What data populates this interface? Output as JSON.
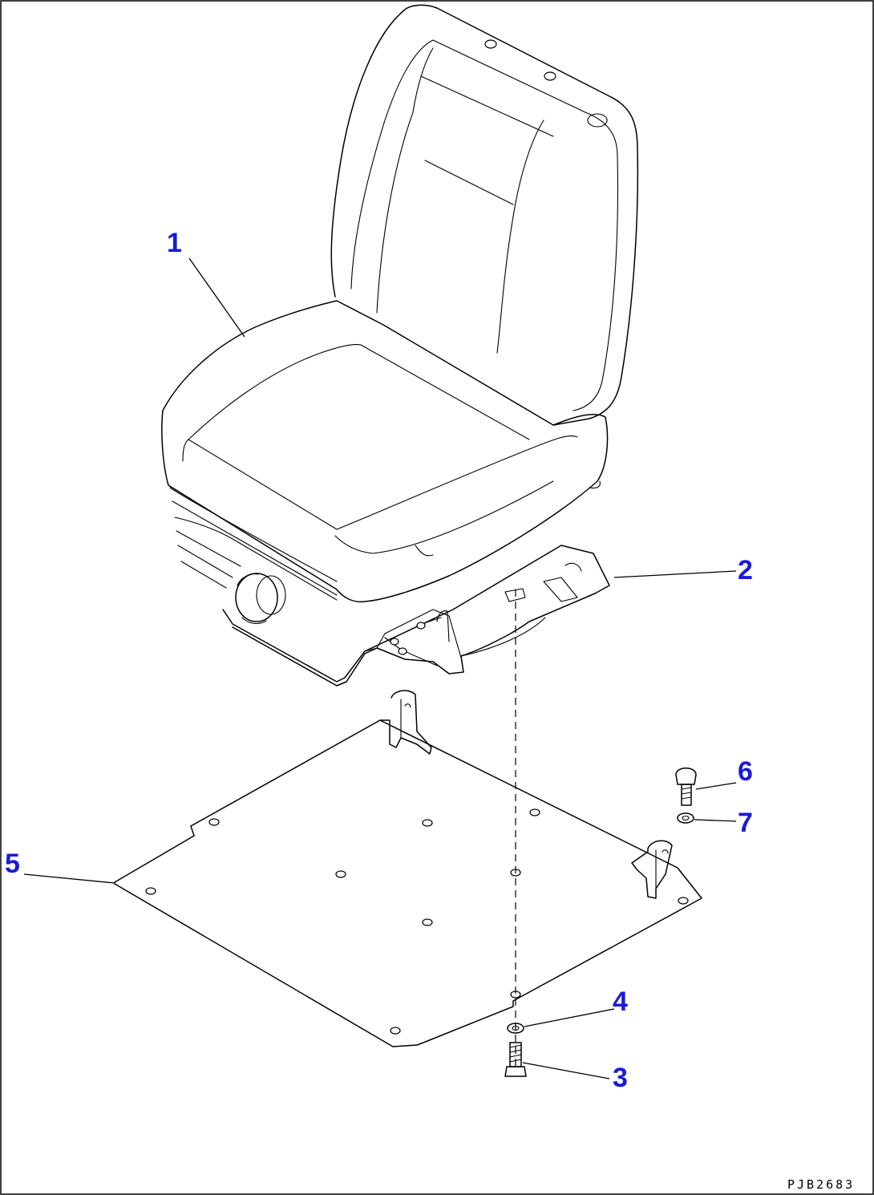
{
  "callouts": [
    {
      "id": "1",
      "label": "1"
    },
    {
      "id": "2",
      "label": "2"
    },
    {
      "id": "3",
      "label": "3"
    },
    {
      "id": "4",
      "label": "4"
    },
    {
      "id": "5",
      "label": "5"
    },
    {
      "id": "6",
      "label": "6"
    },
    {
      "id": "7",
      "label": "7"
    }
  ],
  "drawing_code": "PJB2683",
  "colors": {
    "callout": "#1a1adb",
    "line": "#000000",
    "background": "#ffffff"
  }
}
